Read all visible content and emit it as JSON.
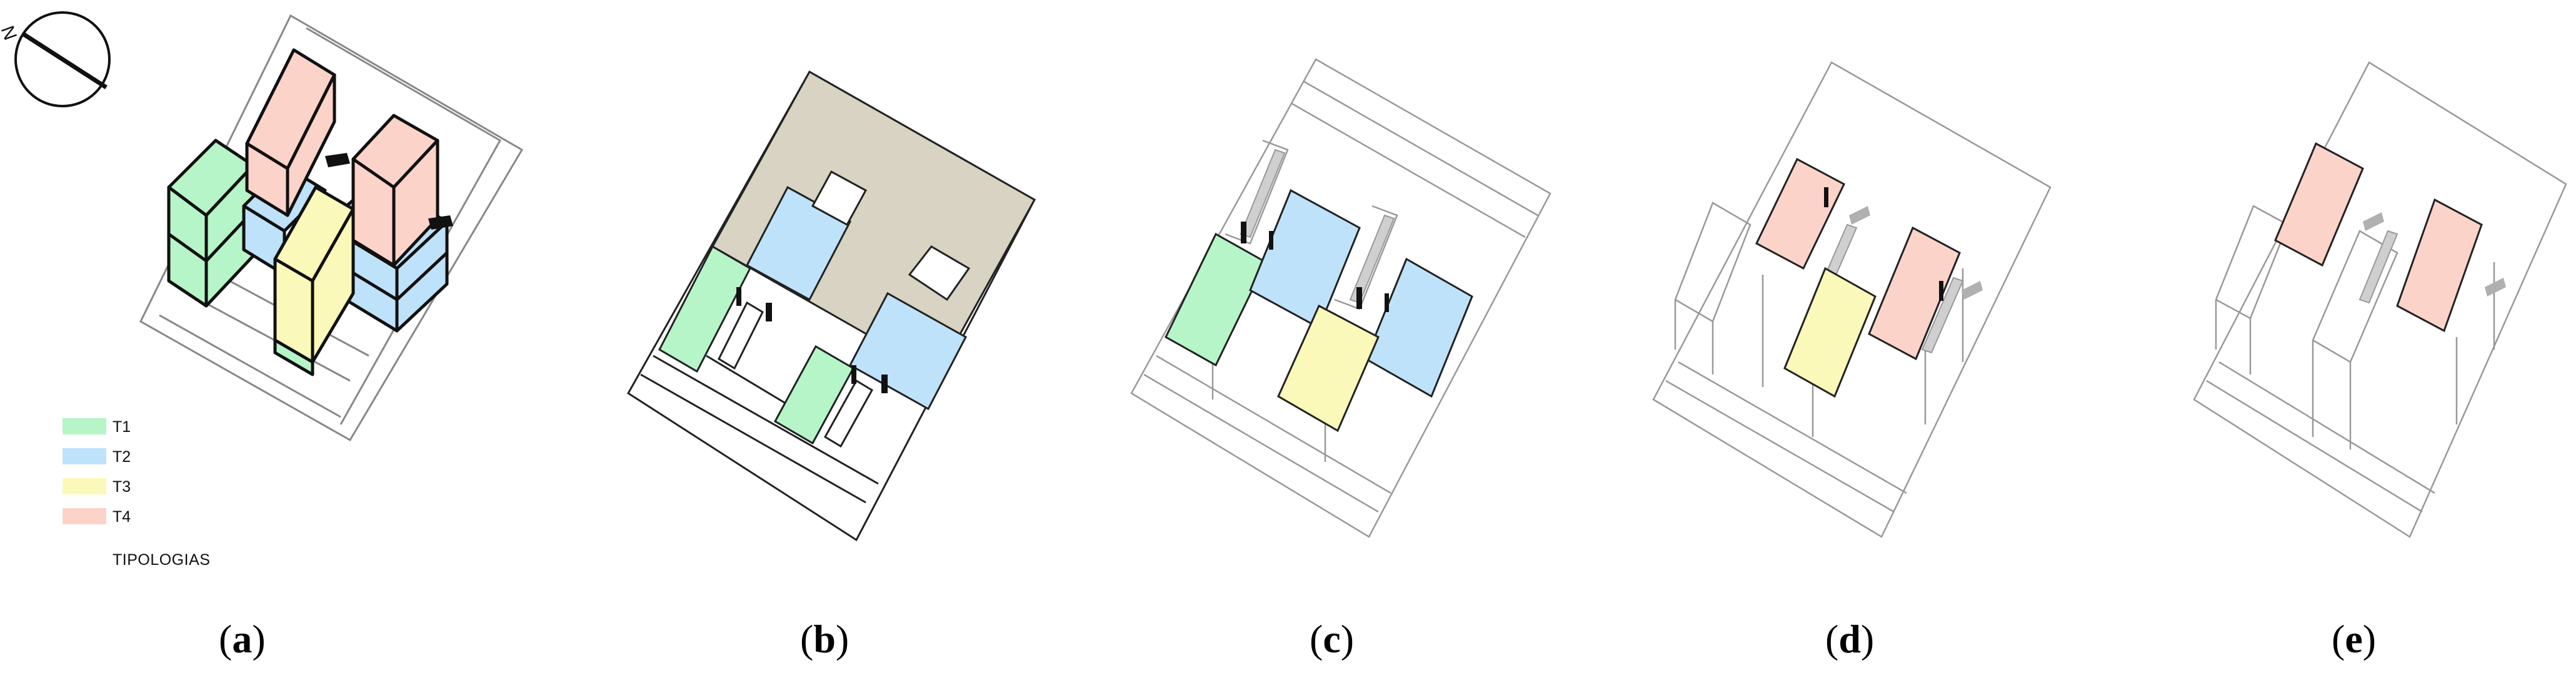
{
  "colors": {
    "T1": "#b6f5c8",
    "T2": "#bfe2fb",
    "T3": "#fbf9b9",
    "T4": "#fcd3c9",
    "ground": "#d8d3c2",
    "line": "#222222",
    "faint_line": "#9a9a9a",
    "gray_arrow": "#b0b0b0"
  },
  "compass": {
    "label": "N",
    "icon": "north-arrow-icon"
  },
  "legend": {
    "items": [
      {
        "key": "T1",
        "label": "T1"
      },
      {
        "key": "T2",
        "label": "T2"
      },
      {
        "key": "T3",
        "label": "T3"
      },
      {
        "key": "T4",
        "label": "T4"
      }
    ],
    "title": "TIPOLOGIAS"
  },
  "panels": [
    {
      "letter": "a"
    },
    {
      "letter": "b"
    },
    {
      "letter": "c"
    },
    {
      "letter": "d"
    },
    {
      "letter": "e"
    }
  ]
}
